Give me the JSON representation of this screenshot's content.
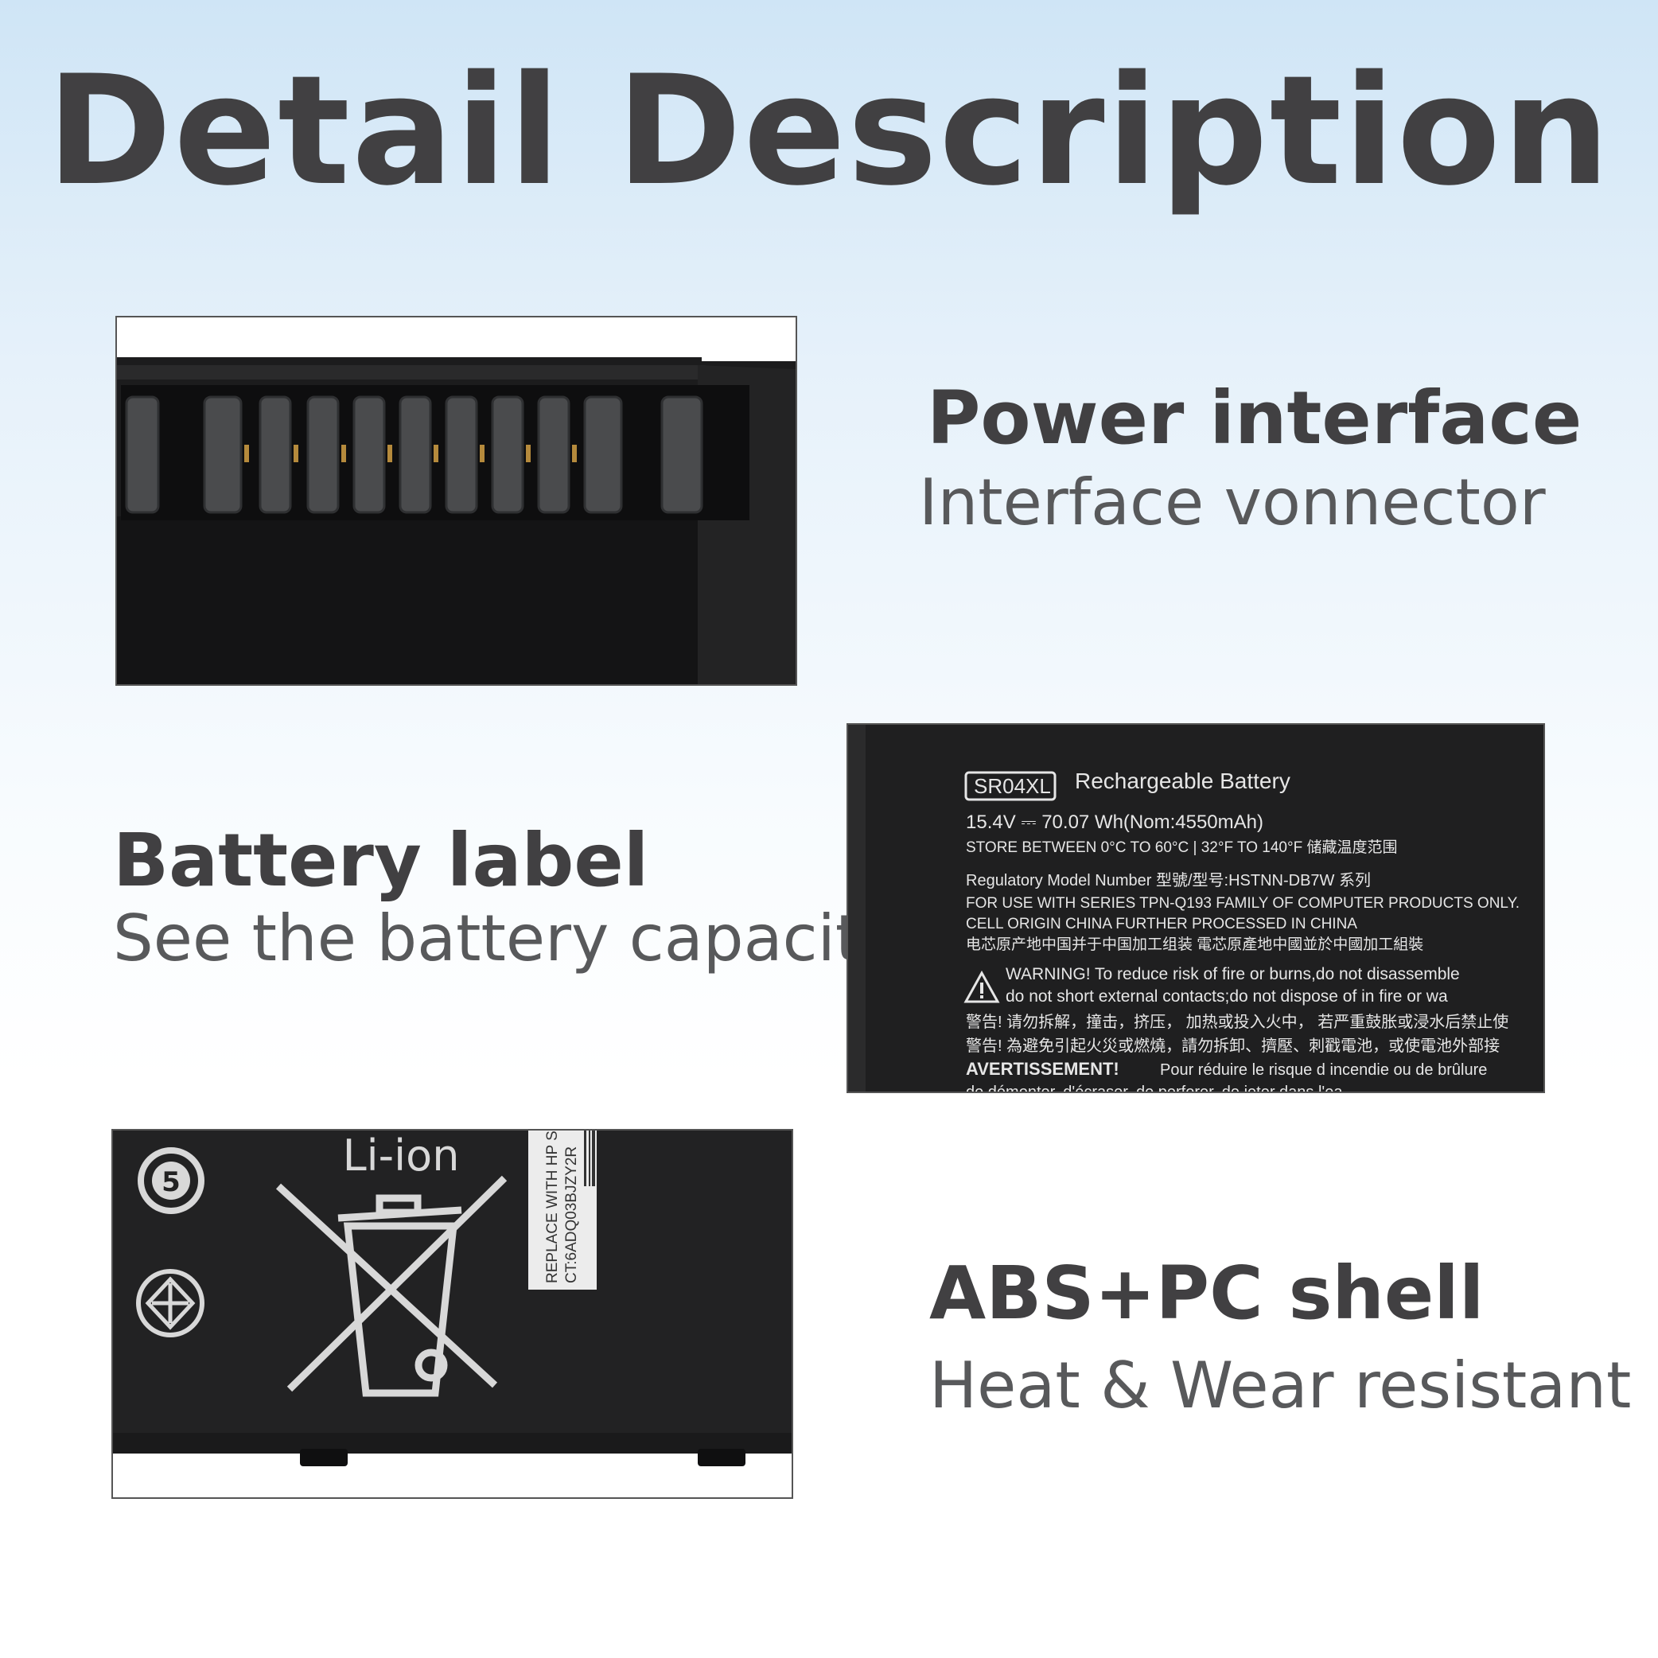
{
  "title": "Detail Description",
  "features": [
    {
      "heading": "Power interface",
      "subtitle": "Interface vonnector"
    },
    {
      "heading": "Battery label",
      "subtitle": "See the battery capacity"
    },
    {
      "heading": "ABS+PC shell",
      "subtitle": "Heat & Wear resistant"
    }
  ],
  "battery_label": {
    "model": "SR04XL",
    "type": "Rechargeable Battery",
    "rating": "15.4V ⎓ 70.07 Wh(Nom:4550mAh)",
    "storage": "STORE BETWEEN  0°C TO 60°C | 32°F  TO 140°F 储藏温度范围",
    "regulatory": "Regulatory Model Number 型號/型号:HSTNN-DB7W 系列",
    "series": "FOR USE WITH SERIES TPN-Q193 FAMILY OF COMPUTER PRODUCTS ONLY.",
    "origin": "CELL ORIGIN CHINA FURTHER PROCESSED IN CHINA",
    "origin_cn": "电芯原产地中国并于中国加工组装    電芯原產地中國並於中國加工組裝",
    "warning_1": "WARNING!  To reduce risk of fire or burns,do not disassemble",
    "warning_2": "do not short external contacts;do not dispose of in fire or wa",
    "warning_cn_1": "警告!  请勿拆解，撞击，挤压，  加热或投入火中，  若严重鼓胀或浸水后禁止使",
    "warning_cn_2": "警告!  為避免引起火災或燃燒，請勿拆卸、擠壓、刺戳電池，或使電池外部接",
    "avert": "AVERTISSEMENT!",
    "avert_text": "Pour réduire le risque d incendie ou de brûlure",
    "avert_line_2": "de démonter, d'écraser, de perforer, de jeter dans l'ea"
  },
  "shell_photo": {
    "liion": "Li-ion",
    "recycle_number": "5",
    "sticker_1": "REPLACE WITH HP S",
    "sticker_2": "CT:6ADQ03BJZY2R"
  }
}
